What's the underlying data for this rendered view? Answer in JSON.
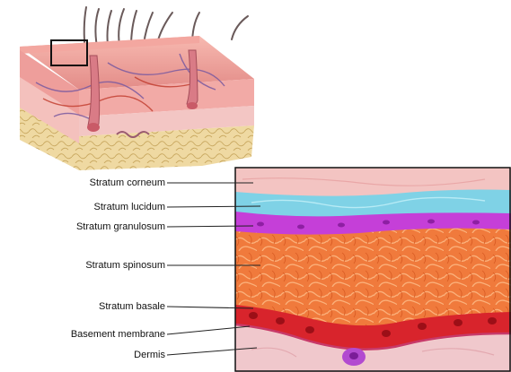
{
  "figure": {
    "layers": [
      {
        "id": "stratum-corneum",
        "label": "Stratum corneum",
        "color": "#f3c4c2"
      },
      {
        "id": "stratum-lucidum",
        "label": "Stratum lucidum",
        "color": "#7fd2e6"
      },
      {
        "id": "stratum-granulosum",
        "label": "Stratum granulosum",
        "color": "#c53fd8"
      },
      {
        "id": "stratum-spinosum",
        "label": "Stratum spinosum",
        "color": "#f07a3c"
      },
      {
        "id": "stratum-basale",
        "label": "Stratum basale",
        "color": "#d8242c"
      },
      {
        "id": "basement-membrane",
        "label": "Basement membrane",
        "color": "#c73a6a"
      },
      {
        "id": "dermis",
        "label": "Dermis",
        "color": "#f0c8cc"
      }
    ]
  }
}
